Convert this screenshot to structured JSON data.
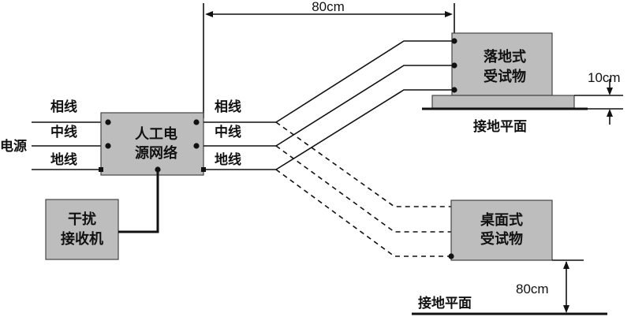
{
  "dimensions": {
    "top_spacing": "80cm",
    "height_floor": "10cm",
    "height_table": "80cm"
  },
  "power": {
    "label": "电源",
    "lines_in": [
      "相线",
      "中线",
      "地线"
    ],
    "lines_out": [
      "相线",
      "中线",
      "地线"
    ]
  },
  "network": {
    "line1": "人工电",
    "line2": "源网络"
  },
  "receiver": {
    "line1": "干扰",
    "line2": "接收机"
  },
  "floor_eut": {
    "line1": "落地式",
    "line2": "受试物",
    "ground": "接地平面"
  },
  "table_eut": {
    "line1": "桌面式",
    "line2": "受试物",
    "ground": "接地平面"
  }
}
